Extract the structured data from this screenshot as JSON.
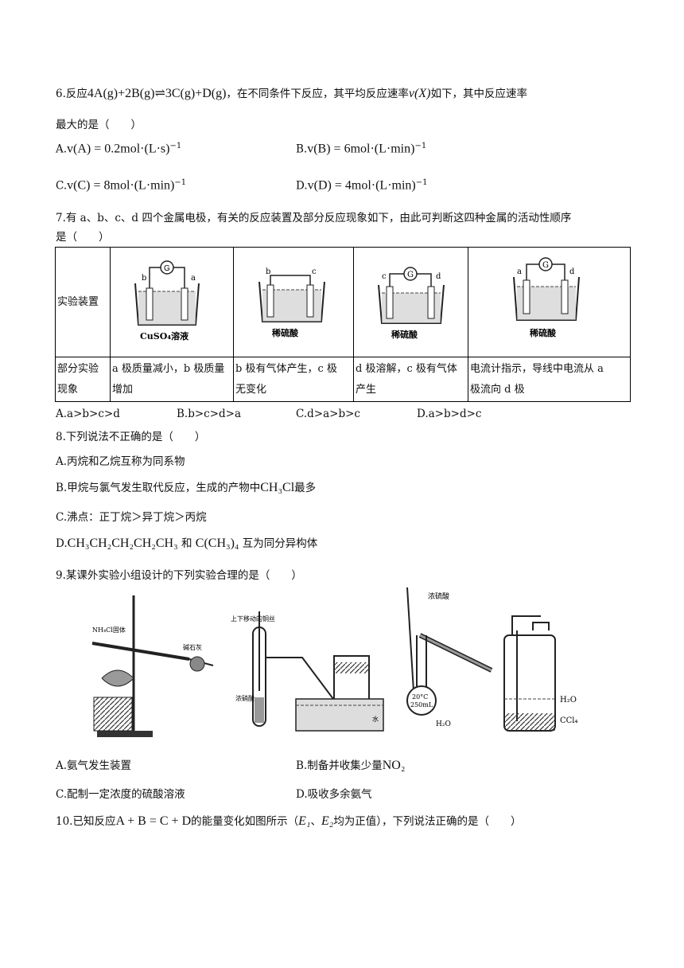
{
  "q6": {
    "stem_pre": "6.反应",
    "equation": "4A(g)+2B(g)⇌3C(g)+D(g)",
    "stem_post": "，在不同条件下反应，其平均反应速率",
    "vx": "v(X)",
    "stem_end": "如下，其中反应速率",
    "line2": "最大的是（　　）",
    "options": [
      {
        "label": "A.",
        "expr": "v(A) = 0.2mol·(L·s)",
        "sup": "−1"
      },
      {
        "label": "B.",
        "expr": "v(B) = 6mol·(L·min)",
        "sup": "−1"
      },
      {
        "label": "C.",
        "expr": "v(C) = 8mol·(L·min)",
        "sup": "−1"
      },
      {
        "label": "D.",
        "expr": "v(D) = 4mol·(L·min)",
        "sup": "−1"
      }
    ]
  },
  "q7": {
    "stem1": "7.有 a、b、c、d 四个金属电极，有关的反应装置及部分反应现象如下，由此可判断这四种金属的活动性顺序",
    "stem2": "是（　　）",
    "row1_header": "实验装置",
    "row2_header_1": "部分实验",
    "row2_header_2": "现象",
    "apparatus": [
      {
        "left": "b",
        "right": "a",
        "solution": "CuSO₄溶液",
        "galvanometer": "G"
      },
      {
        "left": "b",
        "right": "c",
        "solution": "稀硫酸",
        "galvanometer": ""
      },
      {
        "left": "c",
        "right": "d",
        "solution": "稀硫酸",
        "galvanometer": "G"
      },
      {
        "left": "a",
        "right": "d",
        "solution": "稀硫酸",
        "galvanometer": "G"
      }
    ],
    "phenomena": [
      [
        "a 极质量减小，b 极质量",
        "增加"
      ],
      [
        "b 极有气体产生，c 极",
        "无变化"
      ],
      [
        "d 极溶解，c 极有气体",
        "产生"
      ],
      [
        "电流计指示，导线中电流从 a",
        "极流向 d 极"
      ]
    ],
    "options": [
      "A.a>b>c>d",
      "B.b>c>d>a",
      "C.d>a>b>c",
      "D.a>b>d>c"
    ]
  },
  "q8": {
    "stem": "8.下列说法不正确的是（　　）",
    "A": "A.丙烷和乙烷互称为同系物",
    "B_pre": "B.甲烷与氯气发生取代反应，生成的产物中",
    "B_formula": "CH₃Cl",
    "B_post": "最多",
    "C": "C.沸点：正丁烷＞异丁烷＞丙烷",
    "D_pre": "D.",
    "D_f1": "CH₃CH₂CH₂CH₂CH₃",
    "D_mid": " 和 ",
    "D_f2": "C(CH₃)₄",
    "D_post": " 互为同分异构体"
  },
  "q9": {
    "stem": "9.某课外实验小组设计的下列实验合理的是（　　）",
    "labels": {
      "nh4cl": "NH₄Cl固体",
      "lime": "碱石灰",
      "wire": "上下移动的铜丝",
      "acid": "浓硝酸",
      "water": "水",
      "conc": "浓硫酸",
      "temp": "20°C",
      "vol": "250mL",
      "h2o": "H₂O",
      "h2o2": "H₂O",
      "ccl4": "CCl₄"
    },
    "options": [
      {
        "text": "A.氨气发生装置"
      },
      {
        "text": "B.制备并收集少量",
        "formula": "NO₂"
      },
      {
        "text": "C.配制一定浓度的硫酸溶液"
      },
      {
        "text": "D.吸收多余氨气"
      }
    ]
  },
  "q10": {
    "pre": "10.已知反应",
    "eq": "A + B = C + D",
    "mid": "的能量变化如图所示（",
    "e1": "E₁",
    "sep": "、",
    "e2": "E₂",
    "post": "均为正值），下列说法正确的是（　　）"
  }
}
